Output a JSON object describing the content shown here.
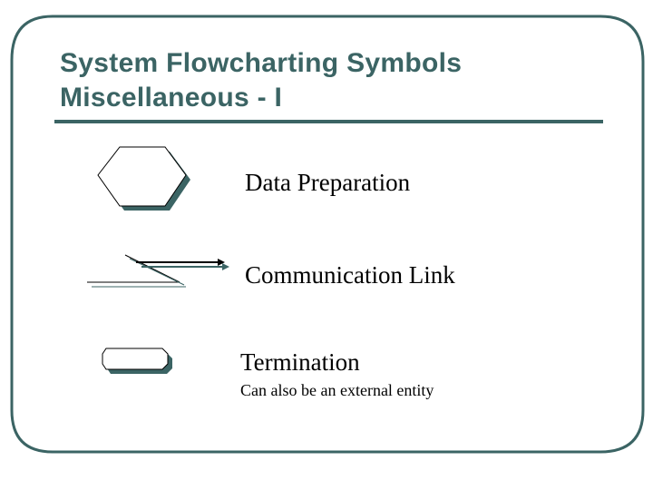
{
  "slide": {
    "title_line1": "System Flowcharting Symbols",
    "title_line2": "Miscellaneous - I",
    "accent_color": "#3b6464"
  },
  "symbols": [
    {
      "name": "data-preparation",
      "shape": "hexagon-icon",
      "label": "Data Preparation"
    },
    {
      "name": "communication-link",
      "shape": "lightning-arrow-icon",
      "label": "Communication Link"
    },
    {
      "name": "termination",
      "shape": "terminator-icon",
      "label": "Termination",
      "note": "Can also be an external entity"
    }
  ]
}
